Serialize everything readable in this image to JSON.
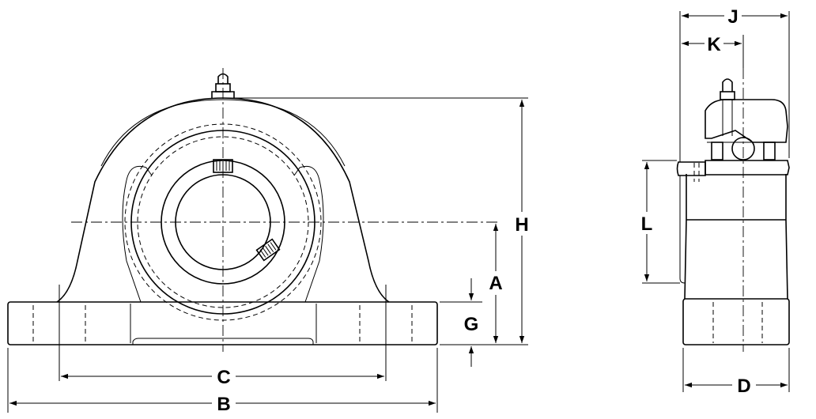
{
  "dimensions": {
    "A": "A",
    "B": "B",
    "C": "C",
    "D": "D",
    "G": "G",
    "H": "H",
    "J": "J",
    "K": "K",
    "L": "L"
  }
}
